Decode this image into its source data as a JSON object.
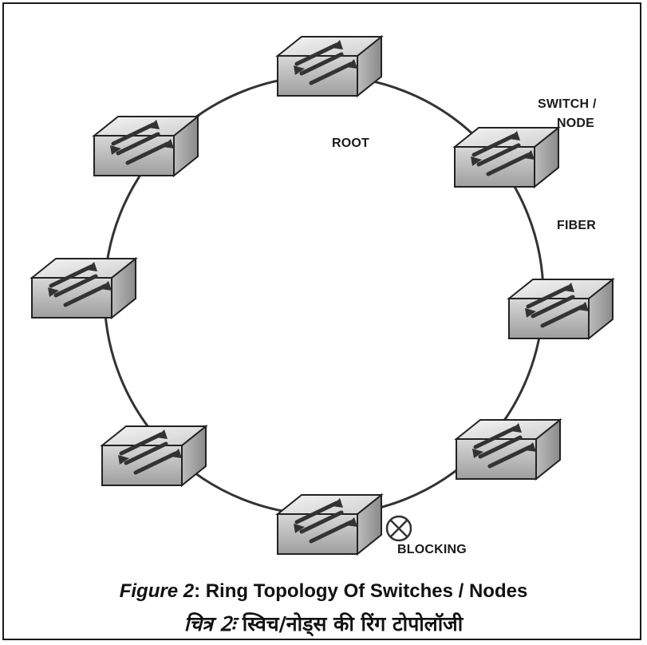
{
  "labels": {
    "root": "ROOT",
    "switch_node_line1": "SWITCH /",
    "switch_node_line2": "NODE",
    "fiber": "FIBER",
    "blocking": "BLOCKING"
  },
  "caption": {
    "english_prefix": "Figure 2",
    "english_text": ": Ring Topology Of Switches / Nodes",
    "hindi_prefix": "चित्र 2ः",
    "hindi_text": " स्विच/नोड्स की रिंग टोपोलॉजी"
  },
  "colors": {
    "ring": "#333333",
    "switch_top": "#e6e6e6",
    "switch_side": "#bdbdbd",
    "arrow": "#3a3a3a"
  },
  "switch_count": 8
}
